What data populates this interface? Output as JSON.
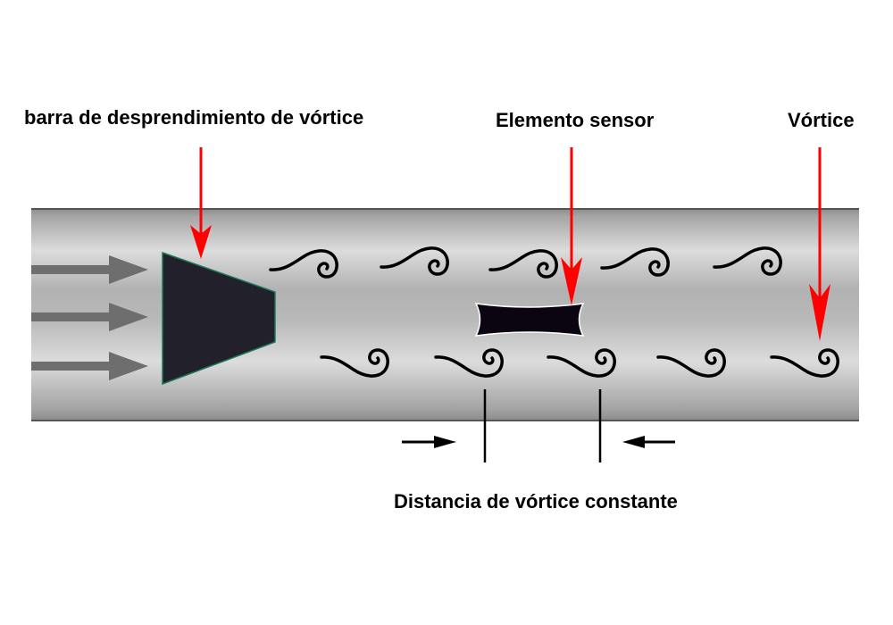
{
  "labels": {
    "shedder_bar": "barra de desprendimiento de vórtice",
    "sensor_element": "Elemento sensor",
    "vortex": "Vórtice",
    "constant_distance": "Distancia de vórtice constante"
  },
  "colors": {
    "pointer_arrows": "#ff0000",
    "flow_arrows": "#6e6e6e",
    "bluff_body": "#22202a",
    "pipe": "#b4b4b4"
  },
  "icons": {
    "flow": "arrow-right-icon",
    "vortex": "spiral-icon"
  }
}
